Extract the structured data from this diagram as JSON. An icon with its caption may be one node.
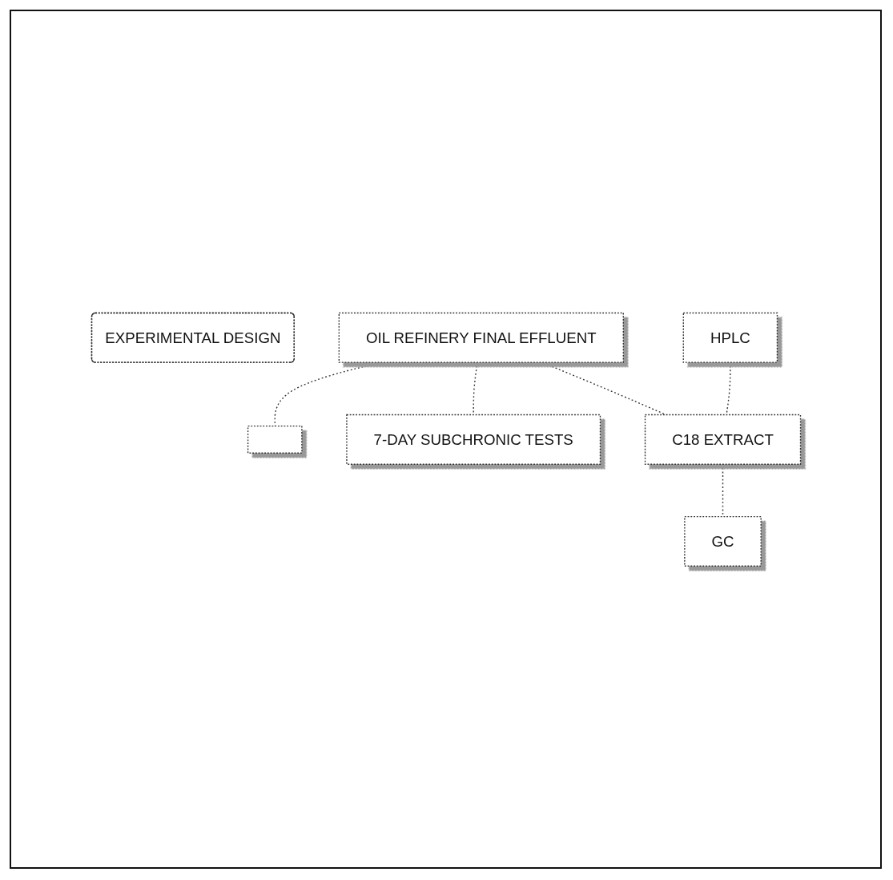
{
  "diagram": {
    "nodes": [
      {
        "text": [
          "EXPERIMENTAL DESIGN"
        ]
      },
      {
        "text": [
          "OIL REFINERY FINAL EFFLUENT"
        ]
      },
      {
        "text": [],
        "shape": "box"
      },
      {
        "text": [
          "7-DAY SUBCHRONIC TESTS"
        ]
      },
      {
        "text": [
          "HPLC"
        ]
      },
      {
        "text": [
          "C18 EXTRACT"
        ]
      },
      {
        "text": [
          "GC"
        ]
      }
    ],
    "edges": [
      {
        "from": 1,
        "to": 2,
        "arrow": "none"
      },
      {
        "from": 1,
        "to": 3,
        "arrow": "none"
      },
      {
        "from": 1,
        "to": 5,
        "arrow": "none"
      },
      {
        "from": 4,
        "to": 5,
        "arrow": "none"
      },
      {
        "from": 5,
        "to": 6,
        "arrow": "none"
      }
    ]
  }
}
